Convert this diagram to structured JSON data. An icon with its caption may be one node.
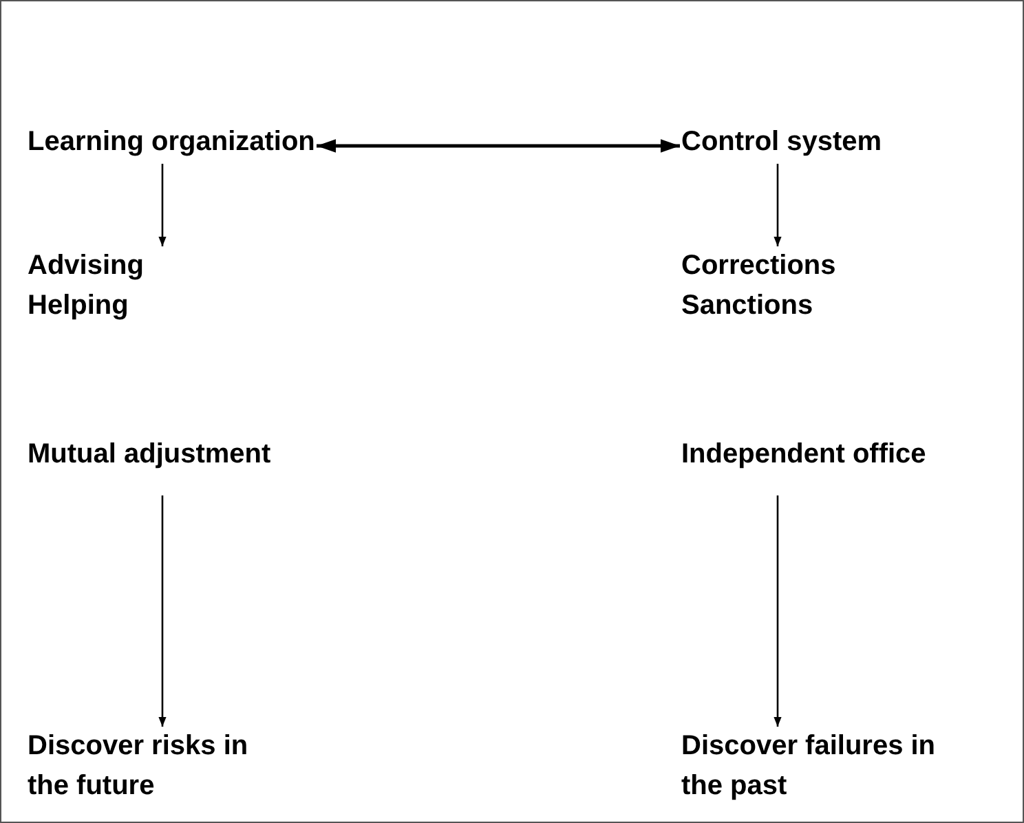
{
  "diagram": {
    "nodes": [
      {
        "text": [
          "Learning organization"
        ]
      },
      {
        "text": [
          "Control system"
        ]
      },
      {
        "text": [
          "Advising Helping"
        ]
      },
      {
        "text": [
          "Corrections Sanctions"
        ]
      },
      {
        "text": [
          "Mutual adjustment"
        ]
      },
      {
        "text": [
          "Independent office"
        ]
      },
      {
        "text": [
          "Discover risks in the future"
        ]
      },
      {
        "text": [
          "Discover failures in the past"
        ]
      }
    ],
    "edges": [
      {
        "from": 0,
        "to": 1,
        "arrow": "both"
      },
      {
        "from": 0,
        "to": 2,
        "arrow": "to"
      },
      {
        "from": 1,
        "to": 3,
        "arrow": "to"
      },
      {
        "from": 4,
        "to": 6,
        "arrow": "to"
      },
      {
        "from": 5,
        "to": 7,
        "arrow": "to"
      }
    ]
  }
}
